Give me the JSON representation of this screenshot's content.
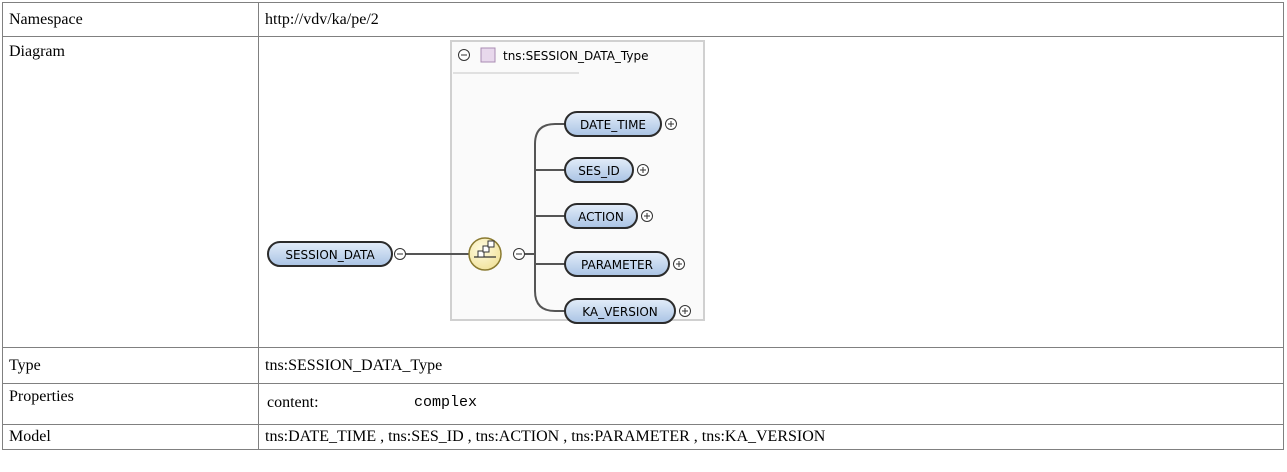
{
  "rows": {
    "namespace": {
      "label": "Namespace",
      "value": "http://vdv/ka/pe/2"
    },
    "diagram": {
      "label": "Diagram"
    },
    "type": {
      "label": "Type",
      "value": "tns:SESSION_DATA_Type"
    },
    "properties": {
      "label": "Properties",
      "key": "content:",
      "value": "complex"
    },
    "model": {
      "label": "Model",
      "value": "tns:DATE_TIME , tns:SES_ID , tns:ACTION , tns:PARAMETER , tns:KA_VERSION"
    }
  },
  "diagram": {
    "root_element": "SESSION_DATA",
    "type_name": "tns:SESSION_DATA_Type",
    "compositor": "sequence",
    "children": [
      "DATE_TIME",
      "SES_ID",
      "ACTION",
      "PARAMETER",
      "KA_VERSION"
    ]
  }
}
